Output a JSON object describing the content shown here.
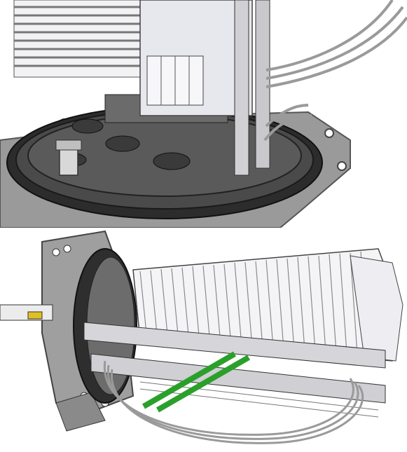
{
  "figure": {
    "panels": [
      {
        "id": "top",
        "subject": "cable-entry-base-with-tray-stack"
      },
      {
        "id": "bottom",
        "subject": "closure-tray-stack-with-cable-loop"
      }
    ],
    "colors": {
      "background": "#ffffff",
      "housing_gray": "#8c8c8c",
      "dark_seal": "#3d3d3d",
      "plastic_light": "#e6e6ea",
      "cable_gray": "#bdbdbd",
      "strap_green": "#2aa02a",
      "gland_accent": "#e0c020"
    }
  }
}
